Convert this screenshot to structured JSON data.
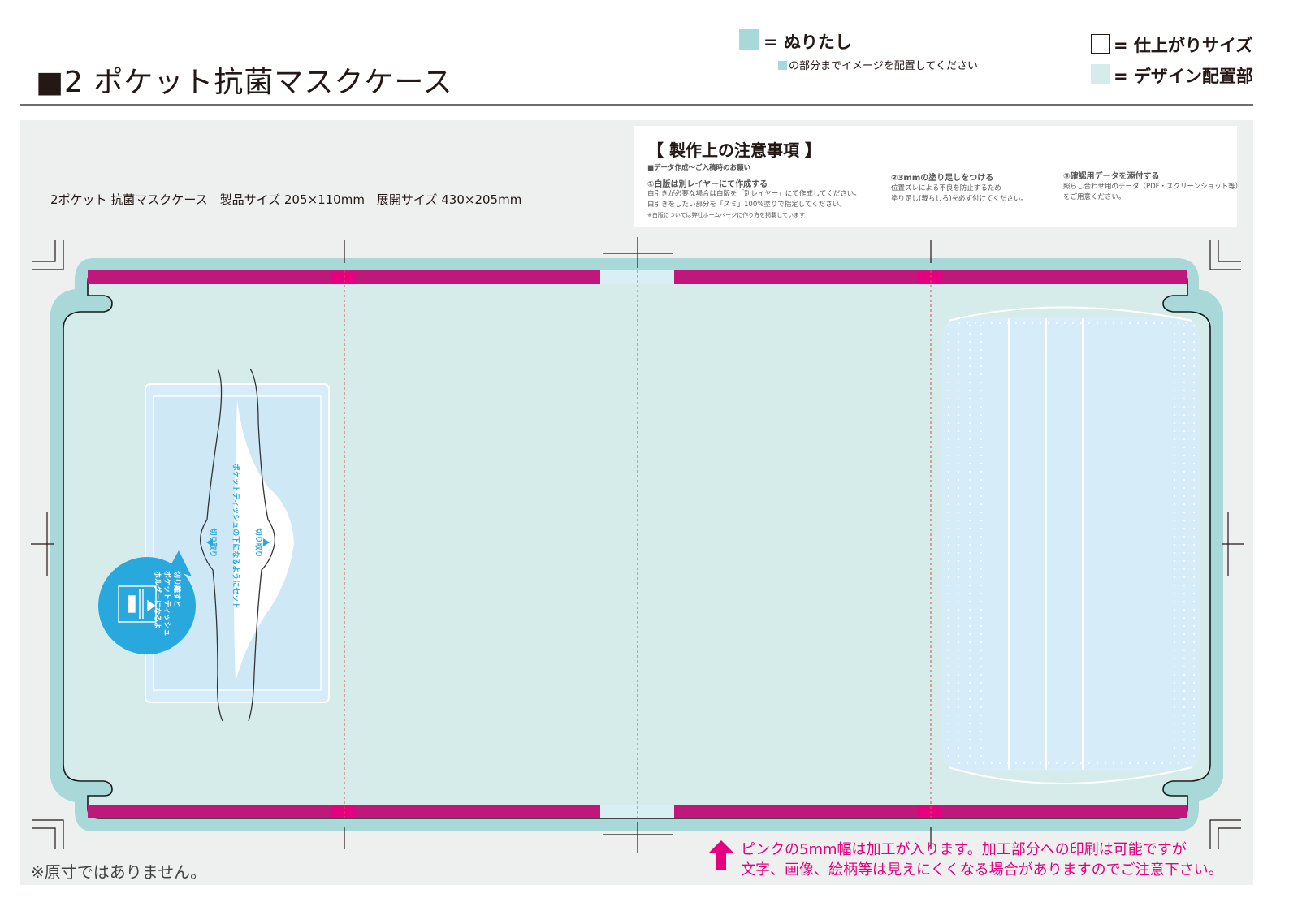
{
  "title": "■2 ポケット抗菌マスクケース",
  "legend": {
    "bleed_label": "= ぬりたし",
    "bleed_note": "の部分までイメージを配置してください",
    "trim_label": "= 仕上がりサイズ",
    "design_label": "= デザイン配置部",
    "colors": {
      "bleed": "#a8d8d8",
      "design": "#d5ecea",
      "trim_border": "#231815"
    }
  },
  "caution": {
    "title": "【 製作上の注意事項 】",
    "subtitle": "■データ作成～ご入稿時のお願い",
    "item1_head": "①白版は別レイヤーにて作成する",
    "item1_line1": "白引きが必要な場合は白版を「別レイヤー」にて作成してください。",
    "item1_line2": "白引きをしたい部分を「スミ」100%塗りで指定してください。",
    "item1_note": "※白版については弊社ホームページに作り方を掲載しています",
    "item2_head": "②3mmの塗り足しをつける",
    "item2_line1": "位置ズレによる不良を防止するため",
    "item2_line2": "塗り足し(裁ちしろ)を必ず付けてください。",
    "item3_head": "③確認用データを添付する",
    "item3_line1": "照らし合わせ用のデータ（PDF・スクリーンショット等）",
    "item3_line2": "をご用意ください。"
  },
  "product_info": "2ポケット 抗菌マスクケース　製品サイズ 205×110mm　展開サイズ 430×205mm",
  "diagram": {
    "tissue_label": "ポケットティッシュの下になるようにセット",
    "cut_left": "切り取り",
    "cut_right": "切り取り",
    "bubble_line1": "切り離すと",
    "bubble_line2": "ポケットティッシュ",
    "bubble_line3": "ホルダーになるよ",
    "colors": {
      "pink": "#c0187a",
      "light_blue": "#d6ecf8",
      "bubble": "#29a8dd",
      "fold_line": "#e0504a"
    }
  },
  "footnote": "※原寸ではありません。",
  "pink_note_line1": "ピンクの5mm幅は加工が入ります。加工部分への印刷は可能ですが",
  "pink_note_line2": "文字、画像、絵柄等は見えにくくなる場合がありますのでご注意下さい。"
}
